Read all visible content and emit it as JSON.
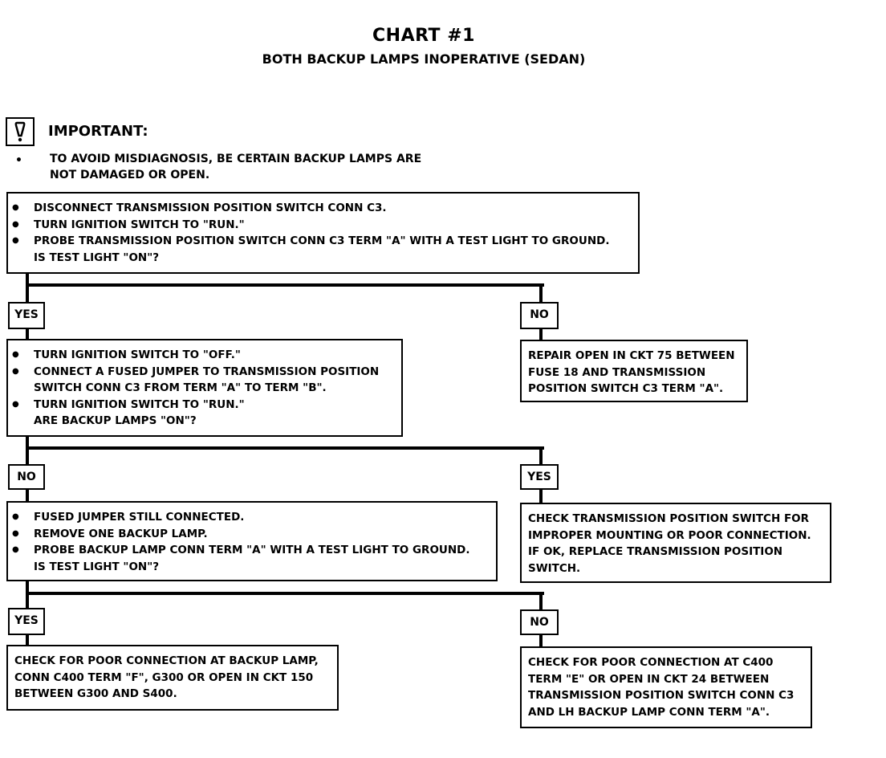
{
  "header": {
    "title": "CHART #1",
    "subtitle": "BOTH BACKUP LAMPS INOPERATIVE (SEDAN)"
  },
  "important": {
    "icon": "exclamation-icon",
    "label": "IMPORTANT:",
    "bullet": "•",
    "lines": [
      "TO AVOID MISDIAGNOSIS, BE CERTAIN BACKUP LAMPS ARE",
      "NOT DAMAGED OR OPEN."
    ]
  },
  "steps": {
    "step1": {
      "bullets": [
        "DISCONNECT TRANSMISSION POSITION SWITCH CONN C3.",
        "TURN IGNITION SWITCH TO \"RUN.\"",
        "PROBE TRANSMISSION POSITION SWITCH CONN C3 TERM \"A\" WITH A TEST LIGHT TO GROUND."
      ],
      "question": "IS TEST LIGHT \"ON\"?"
    },
    "step2": {
      "bullets": [
        "TURN IGNITION SWITCH TO \"OFF.\"",
        "CONNECT A FUSED JUMPER TO TRANSMISSION POSITION",
        "SWITCH CONN C3 FROM TERM \"A\" TO TERM \"B\".",
        "TURN IGNITION SWITCH TO \"RUN.\""
      ],
      "question": "ARE BACKUP LAMPS \"ON\"?"
    },
    "step3": {
      "bullets": [
        "FUSED JUMPER STILL CONNECTED.",
        "REMOVE ONE BACKUP LAMP.",
        "PROBE BACKUP LAMP CONN TERM \"A\" WITH A TEST LIGHT TO GROUND."
      ],
      "question": "IS TEST LIGHT \"ON\"?"
    }
  },
  "results": {
    "repair_open_ckt75": [
      "REPAIR OPEN IN CKT 75 BETWEEN",
      "FUSE 18 AND TRANSMISSION",
      "POSITION SWITCH C3 TERM \"A\"."
    ],
    "check_switch": [
      "CHECK TRANSMISSION POSITION SWITCH FOR",
      "IMPROPER MOUNTING OR POOR CONNECTION.",
      "IF OK, REPLACE TRANSMISSION POSITION",
      "SWITCH."
    ],
    "check_backup_lamp": [
      "CHECK FOR POOR CONNECTION AT BACKUP LAMP,",
      "CONN C400 TERM \"F\", G300 OR OPEN IN CKT 150",
      "BETWEEN G300 AND S400."
    ],
    "check_c400": [
      "CHECK FOR POOR CONNECTION AT C400",
      "TERM \"E\" OR OPEN IN CKT 24 BETWEEN",
      "TRANSMISSION POSITION SWITCH CONN C3",
      "AND LH BACKUP LAMP CONN TERM \"A\"."
    ]
  },
  "labels": {
    "yes": "YES",
    "no": "NO"
  }
}
